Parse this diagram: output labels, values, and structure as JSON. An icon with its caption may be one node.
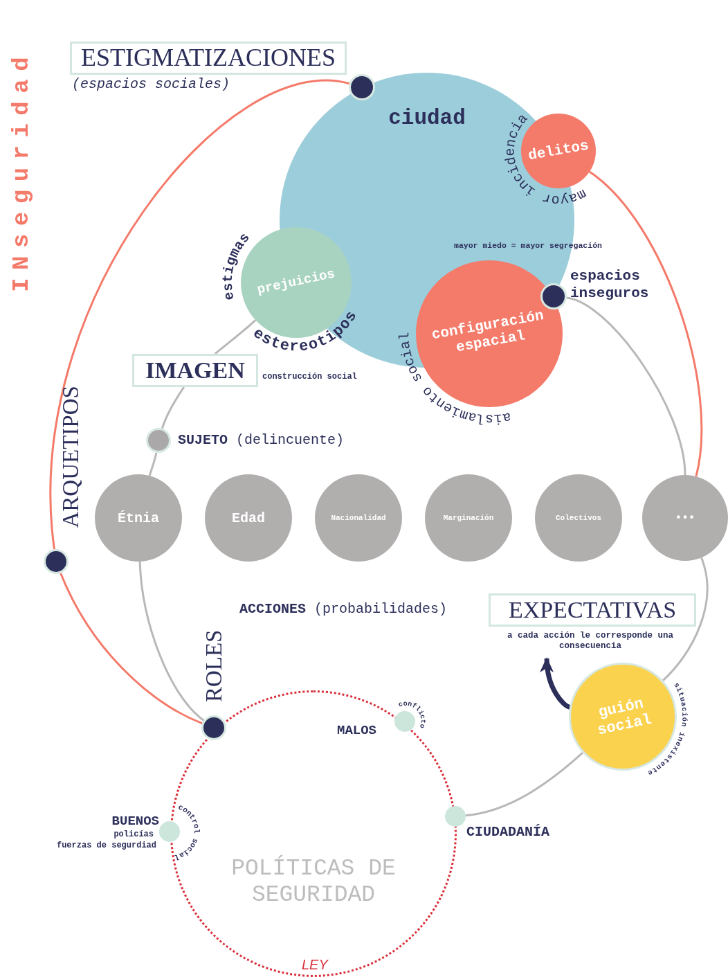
{
  "diagram": {
    "nodes": [
      {
        "text": [
          "ESTIGMATIZACIONES"
        ],
        "beside": [
          "(espacios sociales)"
        ]
      },
      {
        "text": [],
        "shape": "circle",
        "in": 2
      },
      {
        "text": [
          "ciudad"
        ]
      },
      {
        "text": [
          "delitos"
        ]
      },
      {
        "text": [
          "prejuicios"
        ]
      },
      {
        "text": [],
        "shape": "circle",
        "in": 2,
        "beside": [
          "espacios inseguros"
        ]
      },
      {
        "text": [
          "configuración espacial"
        ]
      },
      {
        "text": [
          "IMAGEN"
        ],
        "beside": [
          "construcción social"
        ]
      },
      {
        "text": [],
        "shape": "circle",
        "beside": [
          "**SUJETO** (delincuente)"
        ]
      },
      {
        "text": [
          "Étnia"
        ]
      },
      {
        "text": [
          "Edad"
        ]
      },
      {
        "text": [
          "Nacionalidad"
        ]
      },
      {
        "text": [
          "Marginación"
        ]
      },
      {
        "text": [
          "Colectivos"
        ]
      },
      {
        "text": [
          "•••"
        ]
      },
      {
        "text": [],
        "shape": "circle",
        "beside": [
          "ARQUETIPOS"
        ]
      },
      {
        "text": [
          "EXPECTATIVAS"
        ],
        "beside": [
          "a cada acción le corresponde una consecuencia"
        ]
      },
      {
        "text": [
          "guión social"
        ]
      },
      {
        "text": [
          "POLÍTICAS DE SEGURIDAD"
        ]
      },
      {
        "text": [],
        "shape": "circle",
        "in": 18
      },
      {
        "text": [],
        "shape": "circle",
        "in": 18
      },
      {
        "text": [],
        "shape": "circle",
        "beside": [
          "BUENOS",
          "policías",
          "fuerzas de segurdiad"
        ]
      },
      {
        "text": [],
        "shape": "circle",
        "beside": [
          "CIUDADANÍA"
        ]
      }
    ],
    "edges": [
      {
        "from": 1,
        "to": 15,
        "arrow": "none",
        "color": "#f47a6a"
      },
      {
        "from": 15,
        "to": 19,
        "arrow": "none",
        "color": "#f47a6a"
      },
      {
        "from": 3,
        "to": 14,
        "arrow": "none",
        "color": "#f47a6a"
      },
      {
        "from": 4,
        "to": 7,
        "arrow": "none"
      },
      {
        "from": 7,
        "to": 8,
        "arrow": "none"
      },
      {
        "from": 8,
        "to": 9,
        "arrow": "none"
      },
      {
        "from": 9,
        "to": 19,
        "arrow": "none"
      },
      {
        "from": 5,
        "to": 14,
        "arrow": "none"
      },
      {
        "from": 14,
        "to": 17,
        "arrow": "none"
      },
      {
        "from": 17,
        "to": 22,
        "arrow": "none"
      },
      {
        "from": 17,
        "to": 16,
        "arrow": "to",
        "style": "thick",
        "color": "#2c2f5a"
      }
    ],
    "labels": [
      "INseguridad",
      "estigmas",
      "mayor incidencia",
      "mayor miedo = mayor segregación",
      "estereotipos",
      "aislamiento social",
      "**ACCIONES** (probabilidades)",
      "ROLES",
      "conflicto",
      "MALOS",
      "situación inexistente",
      "control social",
      "LEY"
    ]
  }
}
